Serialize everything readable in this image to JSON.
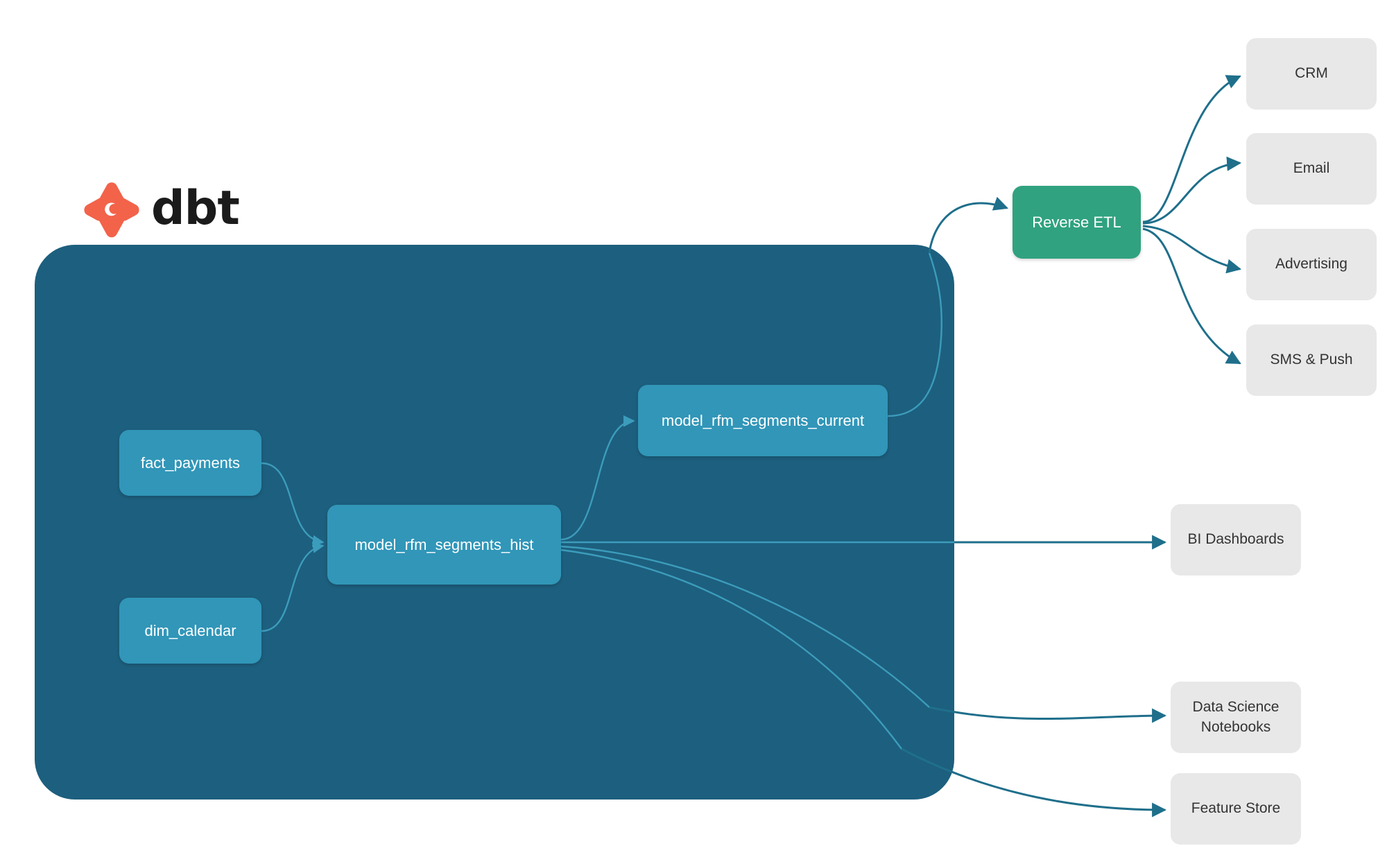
{
  "brand": {
    "logo_name": "dbt-logo",
    "wordmark": "dbt",
    "logo_color": "#F2634A"
  },
  "colors": {
    "project_container": "#1D5F7E",
    "model_node": "#3196B8",
    "reverse_etl_node": "#30A27F",
    "output_node": "#E8E8E8",
    "edge_inner": "#3C9CBC",
    "edge_outer": "#1F6F8B",
    "node_text": "#FFFFFF",
    "output_text": "#333333",
    "background": "#FFFFFF"
  },
  "project": {
    "models": [
      {
        "id": "fact_payments",
        "label": "fact_payments"
      },
      {
        "id": "dim_calendar",
        "label": "dim_calendar"
      },
      {
        "id": "model_rfm_segments_hist",
        "label": "model_rfm_segments_hist"
      },
      {
        "id": "model_rfm_segments_current",
        "label": "model_rfm_segments_current"
      }
    ]
  },
  "pipeline": {
    "reverse_etl": {
      "label": "Reverse ETL"
    },
    "activation_targets": [
      {
        "id": "crm",
        "label": "CRM"
      },
      {
        "id": "email",
        "label": "Email"
      },
      {
        "id": "advertising",
        "label": "Advertising"
      },
      {
        "id": "sms_push",
        "label": "SMS & Push"
      }
    ],
    "analytics_targets": [
      {
        "id": "bi_dashboards",
        "label": "BI Dashboards"
      },
      {
        "id": "ds_notebooks",
        "label": "Data Science\nNotebooks",
        "line1": "Data Science",
        "line2": "Notebooks"
      },
      {
        "id": "feature_store",
        "label": "Feature Store"
      }
    ]
  },
  "edges": [
    {
      "from": "fact_payments",
      "to": "model_rfm_segments_hist"
    },
    {
      "from": "dim_calendar",
      "to": "model_rfm_segments_hist"
    },
    {
      "from": "model_rfm_segments_hist",
      "to": "model_rfm_segments_current"
    },
    {
      "from": "model_rfm_segments_current",
      "to": "reverse_etl"
    },
    {
      "from": "reverse_etl",
      "to": "crm"
    },
    {
      "from": "reverse_etl",
      "to": "email"
    },
    {
      "from": "reverse_etl",
      "to": "advertising"
    },
    {
      "from": "reverse_etl",
      "to": "sms_push"
    },
    {
      "from": "model_rfm_segments_hist",
      "to": "bi_dashboards"
    },
    {
      "from": "model_rfm_segments_hist",
      "to": "ds_notebooks"
    },
    {
      "from": "model_rfm_segments_hist",
      "to": "feature_store"
    }
  ]
}
